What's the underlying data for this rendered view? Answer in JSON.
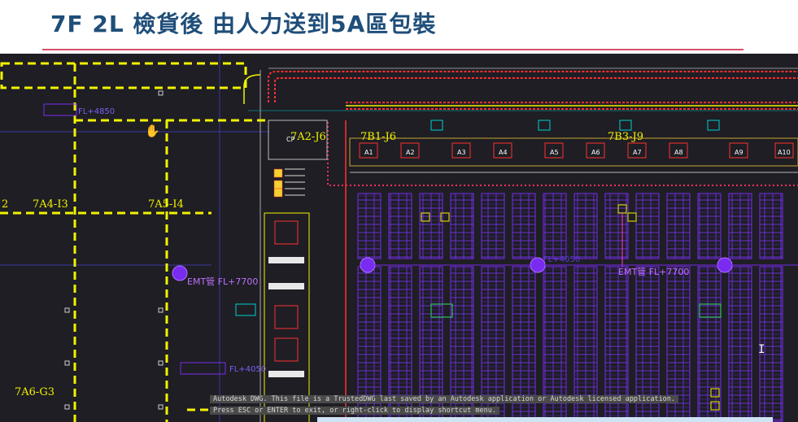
{
  "slide": {
    "title": "7F  2L 檢貨後 由人力送到5A區包裝"
  },
  "cad": {
    "zone_labels": {
      "a4": "7A4-I3",
      "a5": "7A5-I4",
      "a2": "7A2-J6",
      "b1": "7B1-J6",
      "b3": "7B3-J9",
      "a6": "7A6-G3",
      "edge": "2"
    },
    "bay_labels": [
      "A1",
      "A2",
      "A3",
      "A4",
      "A5",
      "A6",
      "A7",
      "A8",
      "A9",
      "A10"
    ],
    "emt_label_1": "EMT管 FL+7700",
    "emt_label_2": "EMT管 FL+7700",
    "fl_label": "FL+4850",
    "fl_label_2": "FL+4050",
    "fl_label_3": "FL+4050",
    "cp_label": "CP",
    "command_line_1": "Autodesk DWG.  This file is a TrustedDWG last saved by an Autodesk application or Autodesk licensed application.",
    "command_line_2": "Press ESC or ENTER to exit, or right-click to display shortcut menu."
  },
  "colors": {
    "title": "#1f4e79",
    "rule": "#d94f6a",
    "background": "#1e1e24",
    "yellow_dash": "#f2f200",
    "purple": "#7a2bf0",
    "conveyor_red": "#ff3030"
  }
}
